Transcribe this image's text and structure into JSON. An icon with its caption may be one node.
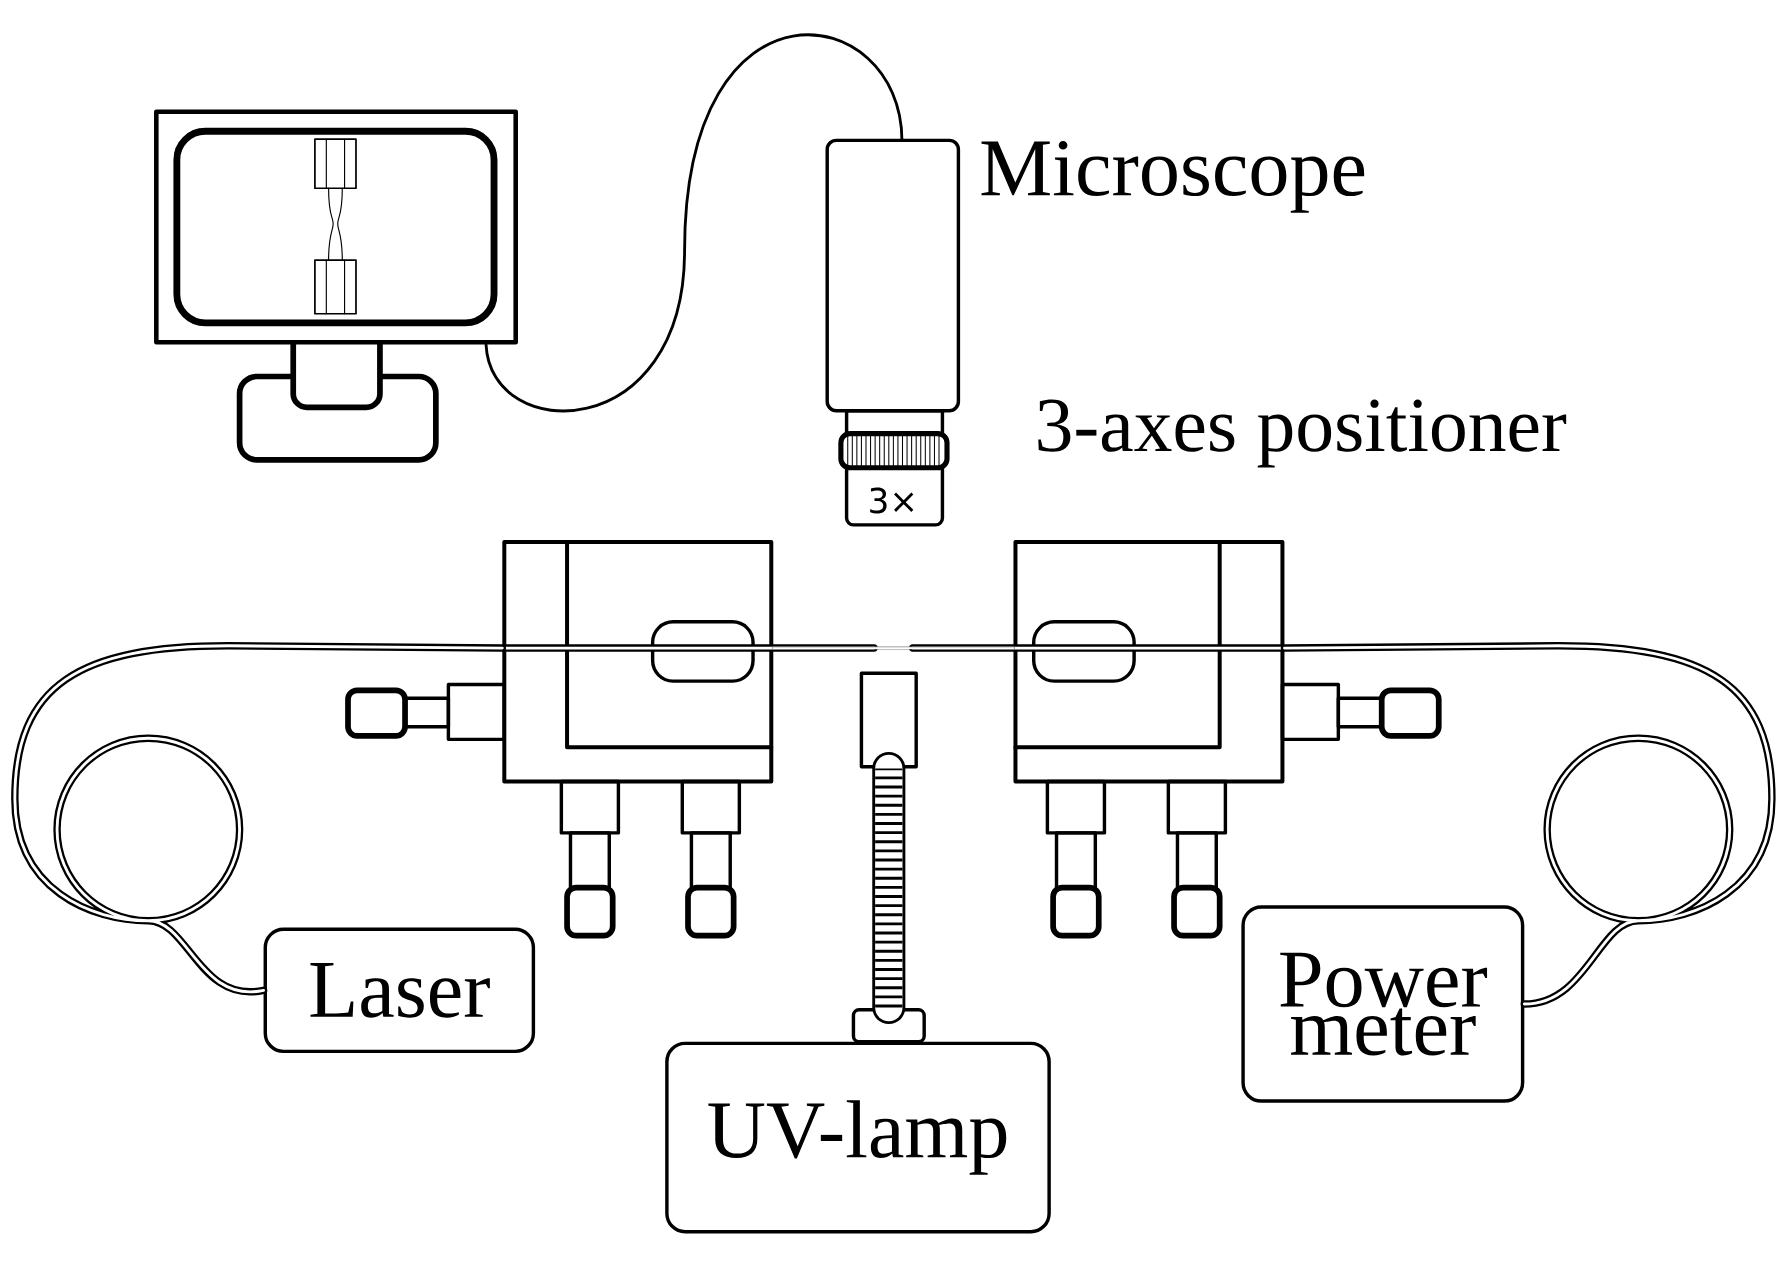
{
  "diagram": {
    "nodes": [
      {
        "text": [],
        "shape": "picture"
      },
      {
        "text": [
          "3×"
        ],
        "beside": [
          "Microscope"
        ]
      },
      {
        "text": [],
        "shape": "picture"
      },
      {
        "text": [],
        "shape": "picture",
        "beside": [
          "3-axes positioner"
        ]
      },
      {
        "text": [],
        "shape": "box"
      },
      {
        "text": [
          "Laser"
        ]
      },
      {
        "text": [
          "UV-lamp"
        ]
      },
      {
        "text": [
          "Power meter"
        ]
      }
    ],
    "edges": [
      {
        "from": 0,
        "to": 1,
        "arrow": "none"
      },
      {
        "from": 5,
        "to": 2,
        "arrow": "none"
      },
      {
        "from": 7,
        "to": 3,
        "arrow": "none"
      },
      {
        "from": 6,
        "to": 4,
        "arrow": "none",
        "style": "thick"
      },
      {
        "from": 2,
        "to": 3,
        "arrow": "none",
        "color": "#808080"
      }
    ]
  }
}
